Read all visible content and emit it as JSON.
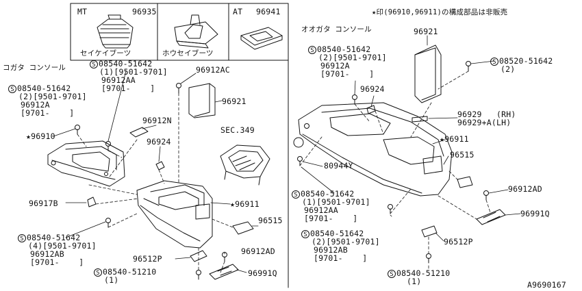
{
  "header_box": {
    "mt_label": "MT",
    "mt_part": "96935",
    "at_label": "AT",
    "at_part": "96941",
    "caption_left": "セイケイブーツ",
    "caption_mid": "ホウセイブーツ"
  },
  "note": "★印(96910,96911)の構成部品は非販売",
  "left_section": {
    "title": "コガタ コンソール",
    "labels": {
      "l1": "08540-51642",
      "l2": "(1)[9501-9701]",
      "l3": "96912AA",
      "l4": "[9701-    ]",
      "l5": "96912AC",
      "l6": "08540-51642",
      "l7": "(2)[9501-9701]",
      "l8": "96912A",
      "l9": "[9701-    ]",
      "l10": "96921",
      "l11": "96912N",
      "l12": "★96910",
      "l13": "96924",
      "l14": "SEC.349",
      "l15": "96917B",
      "l16": "★96911",
      "l17": "96515",
      "l18": "08540-51642",
      "l19": "(4)[9501-9701]",
      "l20": "96912AB",
      "l21": "[9701-    ]",
      "l22": "96512P",
      "l23": "96912AD",
      "l24": "08540-51210",
      "l25": "(1)",
      "l26": "96991Q"
    }
  },
  "right_section": {
    "title": "オオガタ コンソール",
    "labels": {
      "r1": "96921",
      "r2": "08540-51642",
      "r3": "(2)[9501-9701]",
      "r4": "96912A",
      "r5": "[9701-    ]",
      "r6": "08520-51642",
      "r7": "(2)",
      "r8": "96924",
      "r9": "96929   (RH)",
      "r10": "96929+A(LH)",
      "r11": "★96911",
      "r12": "80944Y",
      "r13": "96515",
      "r14": "08540-51642",
      "r15": "(1)[9501-9701]",
      "r16": "96912AA",
      "r17": "[9701-    ]",
      "r18": "96912AD",
      "r19": "96991Q",
      "r20": "08540-51642",
      "r21": "(2)[9501-9701]",
      "r22": "96912AB",
      "r23": "[9701-    ]",
      "r24": "96512P",
      "r25": "08540-51210",
      "r26": "(1)"
    }
  },
  "footer_code": "A9690167"
}
